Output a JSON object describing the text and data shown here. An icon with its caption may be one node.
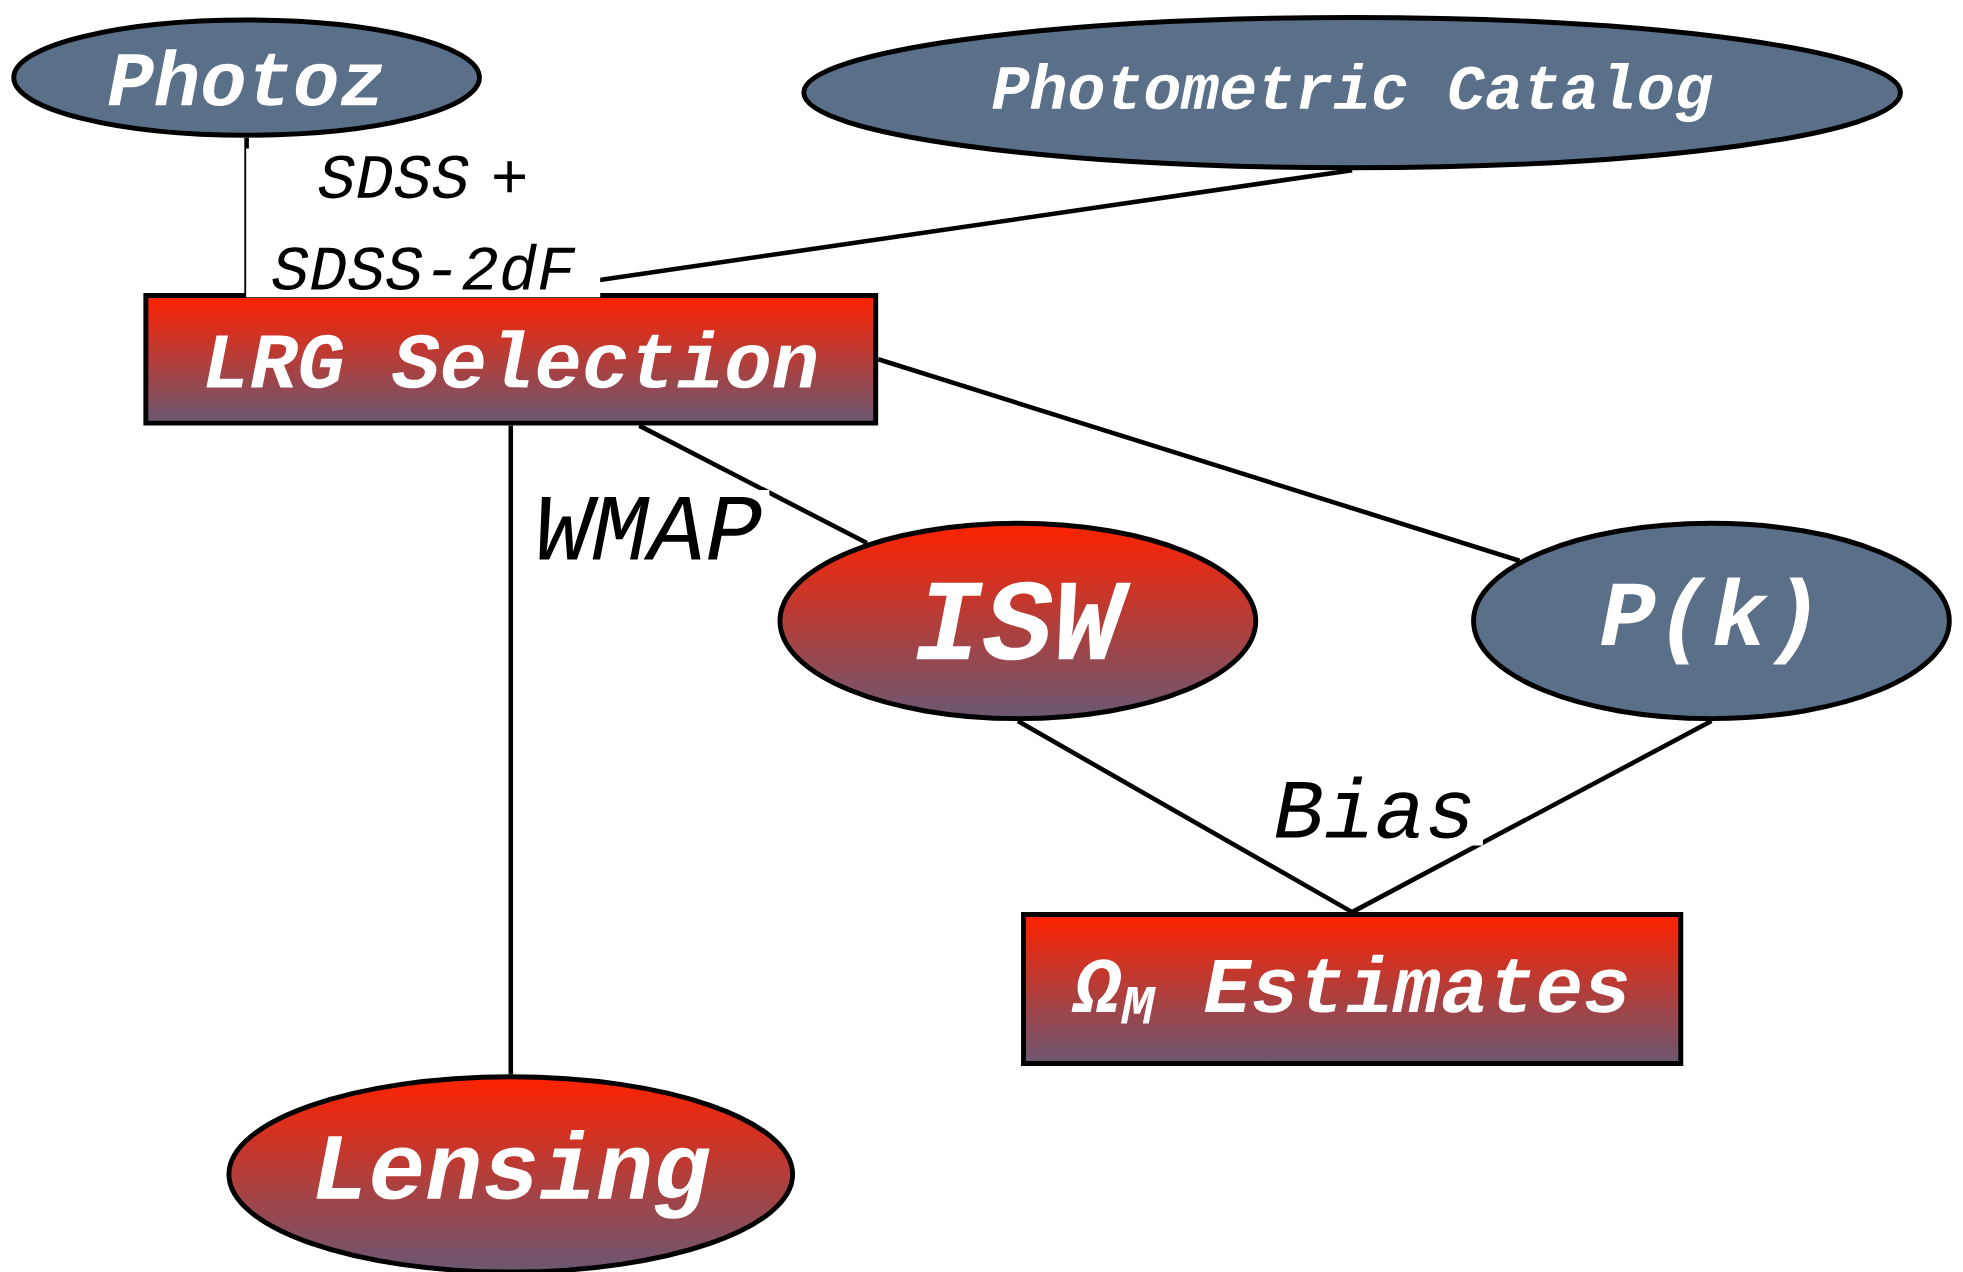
{
  "diagram": {
    "nodes": [
      {
        "text": [
          "Photoz"
        ]
      },
      {
        "text": [
          "Photometric Catalog"
        ]
      },
      {
        "text": [
          "LRG Selection"
        ]
      },
      {
        "text": [
          "ISW"
        ]
      },
      {
        "text": [
          "P(k)"
        ]
      },
      {
        "text": [
          "Ω$_{M}$ Estimates"
        ]
      },
      {
        "text": [
          "Lensing"
        ]
      }
    ],
    "edges": [
      {
        "from": 0,
        "to": 2,
        "arrow": "none",
        "label": "SDSS + SDSS-2dF"
      },
      {
        "from": 1,
        "to": 2,
        "arrow": "none"
      },
      {
        "from": 2,
        "to": 3,
        "arrow": "none"
      },
      {
        "from": 2,
        "to": 4,
        "arrow": "none"
      },
      {
        "from": 2,
        "to": 6,
        "arrow": "none",
        "label": "WMAP"
      },
      {
        "from": 3,
        "to": 5,
        "arrow": "none",
        "label": "Bias"
      },
      {
        "from": 4,
        "to": 5,
        "arrow": "none"
      }
    ]
  }
}
